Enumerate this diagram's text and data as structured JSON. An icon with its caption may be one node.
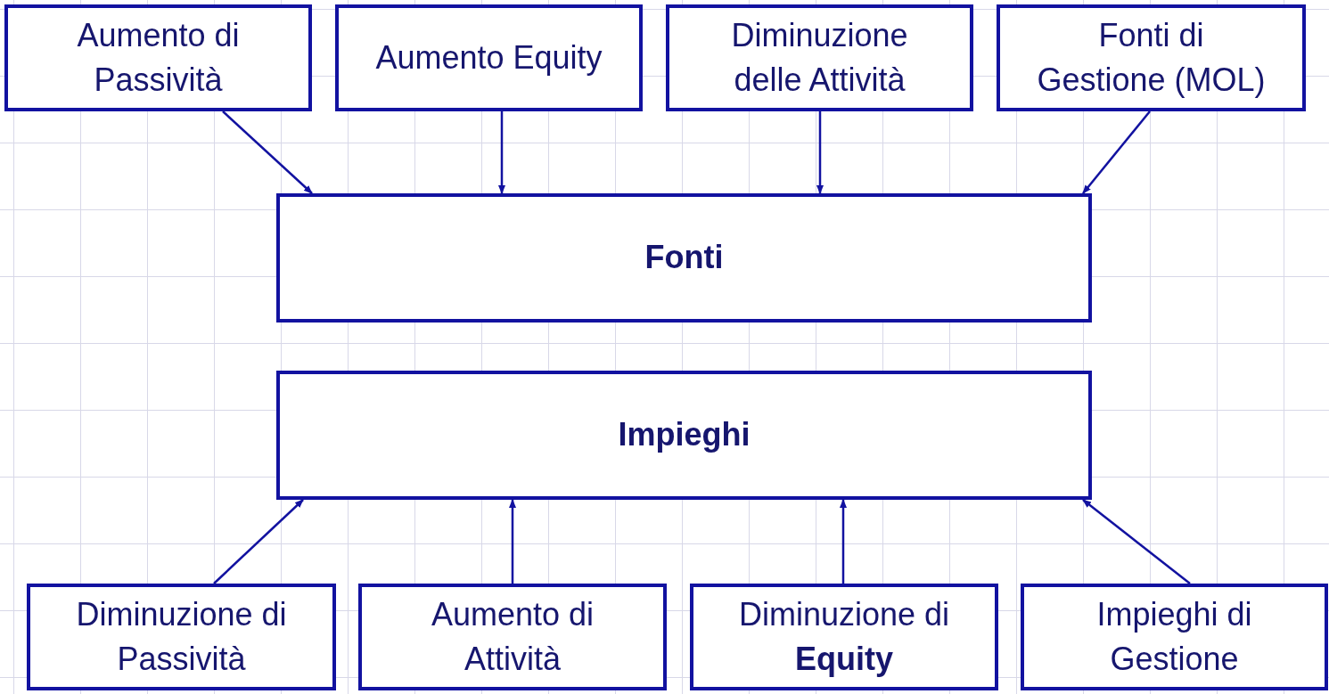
{
  "diagram": {
    "nodes": [
      {
        "text": [
          "Aumento di Passività"
        ]
      },
      {
        "text": [
          "Aumento Equity"
        ]
      },
      {
        "text": [
          "Diminuzione delle Attività"
        ]
      },
      {
        "text": [
          "Fonti di Gestione (MOL)"
        ]
      },
      {
        "text": [
          "Fonti"
        ]
      },
      {
        "text": [
          "Impieghi"
        ]
      },
      {
        "text": [
          "Diminuzione di Passività"
        ]
      },
      {
        "text": [
          "Aumento di Attività"
        ]
      },
      {
        "text": [
          "Diminuzione di **Equity**"
        ]
      },
      {
        "text": [
          "Impieghi di Gestione"
        ]
      }
    ],
    "edges": [
      {
        "from": 0,
        "to": 4,
        "arrow": "to"
      },
      {
        "from": 1,
        "to": 4,
        "arrow": "to"
      },
      {
        "from": 2,
        "to": 4,
        "arrow": "to"
      },
      {
        "from": 3,
        "to": 4,
        "arrow": "to"
      },
      {
        "from": 6,
        "to": 5,
        "arrow": "to"
      },
      {
        "from": 7,
        "to": 5,
        "arrow": "to"
      },
      {
        "from": 8,
        "to": 5,
        "arrow": "to"
      },
      {
        "from": 9,
        "to": 5,
        "arrow": "to"
      }
    ]
  }
}
